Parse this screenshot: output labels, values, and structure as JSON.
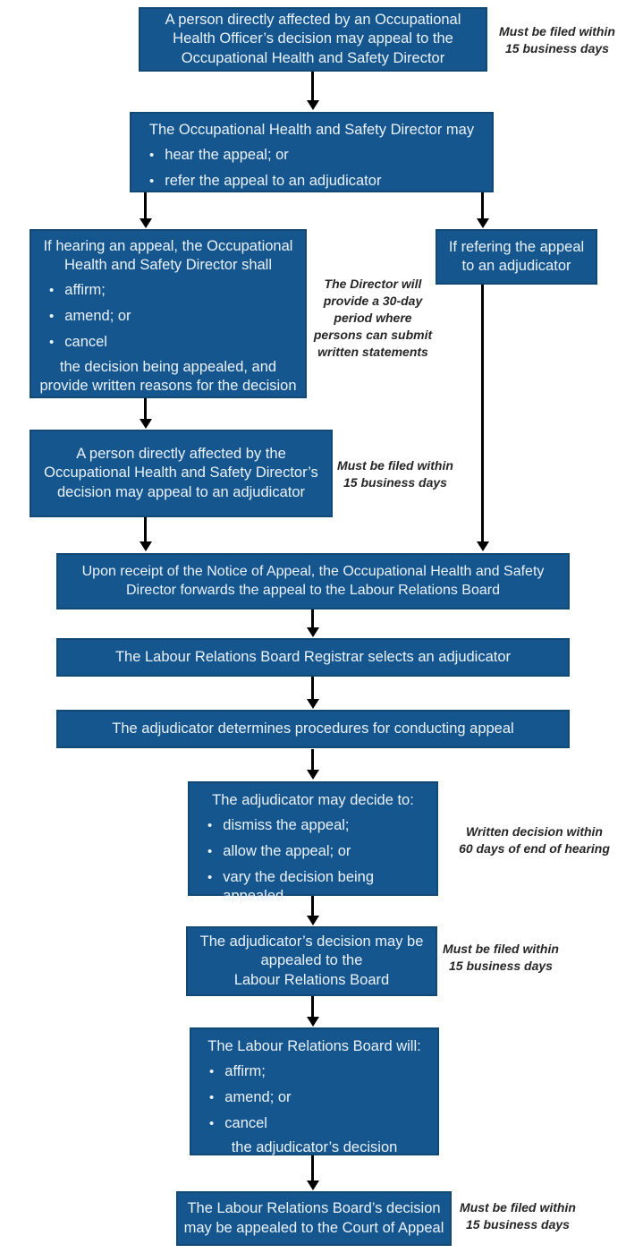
{
  "colors": {
    "box_fill": "#15568F",
    "box_border": "#114874",
    "box_text": "#EAF2FA",
    "note_text": "#262626",
    "arrow": "#000000",
    "bg": "#FFFFFF"
  },
  "flow": {
    "box1": {
      "lines": [
        "A person directly affected by an Occupational",
        "Health Officer’s decision may appeal to the",
        "Occupational Health and Safety Director"
      ]
    },
    "box2": {
      "heading": "The Occupational Health and Safety Director may",
      "bullets": [
        "hear the appeal; or",
        "refer the appeal to an adjudicator"
      ]
    },
    "box3": {
      "heading_lines": [
        "If hearing an appeal, the Occupational",
        "Health and Safety Director shall"
      ],
      "bullets": [
        "affirm;",
        "amend; or",
        "cancel"
      ],
      "footer_lines": [
        "the decision being appealed, and",
        "provide written reasons for the decision"
      ]
    },
    "box_refer": {
      "lines": [
        "If refering the appeal",
        "to an adjudicator"
      ]
    },
    "box4": {
      "lines": [
        "A person directly affected by the",
        "Occupational Health and Safety Director’s",
        "decision may appeal to an adjudicator"
      ]
    },
    "box5": {
      "lines": [
        "Upon receipt of the Notice of Appeal, the Occupational Health and Safety",
        "Director forwards the appeal to the Labour Relations Board"
      ]
    },
    "box6": {
      "lines": [
        "The Labour Relations Board Registrar selects an adjudicator"
      ]
    },
    "box7": {
      "lines": [
        "The adjudicator determines procedures for conducting appeal"
      ]
    },
    "box8": {
      "heading": "The adjudicator may decide to:",
      "bullets": [
        "dismiss the appeal;",
        "allow the appeal; or",
        "vary the decision being appealed"
      ]
    },
    "box9": {
      "lines": [
        "The adjudicator’s decision may be",
        "appealed to the",
        "Labour Relations Board"
      ]
    },
    "box10": {
      "heading": "The Labour Relations Board will:",
      "bullets": [
        "affirm;",
        "amend; or",
        "cancel"
      ],
      "footer_lines": [
        "the adjudicator’s decision"
      ]
    },
    "box11": {
      "lines": [
        "The Labour Relations Board’s decision",
        "may be appealed to the Court of Appeal"
      ]
    }
  },
  "notes": {
    "note1": {
      "lines": [
        "Must be filed within",
        "15 business days"
      ]
    },
    "note2": {
      "lines": [
        "The Director will",
        "provide a 30-day",
        "period where",
        "persons can submit",
        "written statements"
      ]
    },
    "note3": {
      "lines": [
        "Must be filed within",
        "15 business days"
      ]
    },
    "note4": {
      "lines": [
        "Written decision within",
        "60 days of end of hearing"
      ]
    },
    "note5": {
      "lines": [
        "Must be filed within",
        "15 business days"
      ]
    },
    "note6": {
      "lines": [
        "Must be filed within",
        "15 business days"
      ]
    }
  },
  "bullet_glyph": "•"
}
